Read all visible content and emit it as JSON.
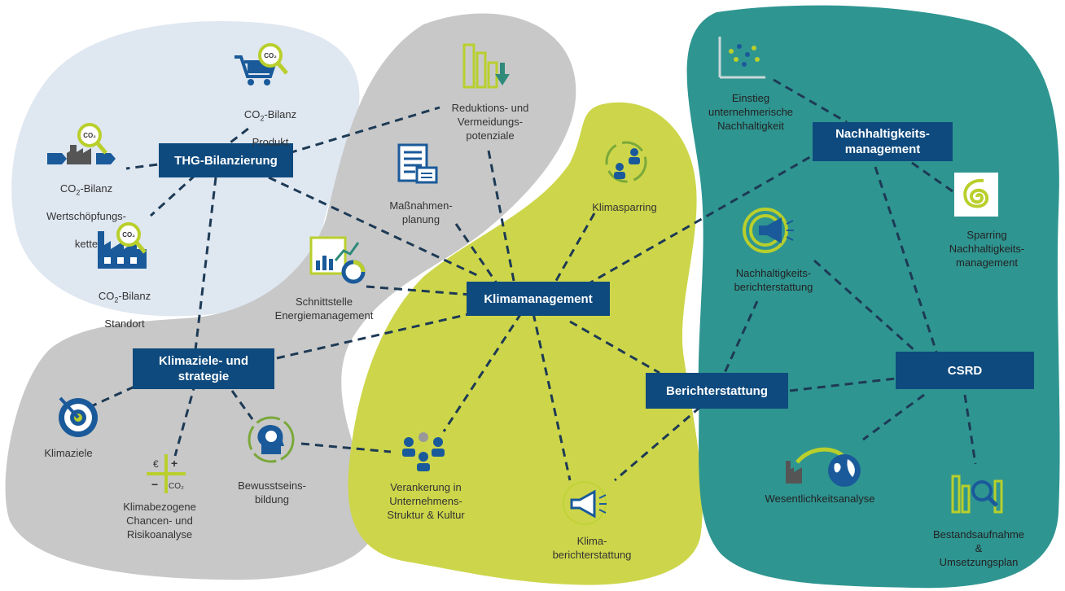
{
  "hubs": {
    "thg": "THG-Bilanzierung",
    "klimamanagement": "Klimamanagement",
    "klimaziele_line1": "Klimaziele- und",
    "klimaziele_line2": "strategie",
    "nachhaltigkeit_line1": "Nachhaltigkeits-",
    "nachhaltigkeit_line2": "management",
    "berichterstattung": "Berichterstattung",
    "csrd": "CSRD"
  },
  "labels": {
    "co2_produkt_pre": "CO",
    "co2_produkt_sub": "2",
    "co2_produkt_post": "-Bilanz",
    "co2_produkt_2": "Produkt",
    "co2_wert_pre": "CO",
    "co2_wert_sub": "2",
    "co2_wert_post": "-Bilanz",
    "co2_wert_2": "Wertschöpfungs-",
    "co2_wert_3": "kette",
    "co2_standort_pre": "CO",
    "co2_standort_sub": "2",
    "co2_standort_post": "-Bilanz",
    "co2_standort_2": "Standort",
    "reduktion": "Reduktions- und\nVermeidungs-\npotenziale",
    "massnahmen": "Maßnahmen-\nplanung",
    "schnittstelle": "Schnittstelle\nEnergiemanagement",
    "klimasparring": "Klimasparring",
    "klimaziele": "Klimaziele",
    "risiko": "Klimabezogene\nChancen- und\nRisikoanalyse",
    "bewusstsein": "Bewusstseins-\nbildung",
    "verankerung": "Verankerung in\nUnternehmens-\nStruktur & Kultur",
    "klimabericht": "Klima-\nberichterstattung",
    "einstieg": "Einstieg\nunternehmerische\nNachhaltigkeit",
    "nh_bericht": "Nachhaltigkeits-\nberichterstattung",
    "sparring_nh": "Sparring\nNachhaltigkeits-\nmanagement",
    "wesentlichkeit": "Wesentlichkeitsanalyse",
    "bestand": "Bestandsaufnahme &\nUmsetzungsplan"
  },
  "icon_text": {
    "co2_badge": "CO₂",
    "euro": "€",
    "plus": "+",
    "minus": "−",
    "co2_small": "CO₂",
    "co2_bubble": "CO₂"
  },
  "colors": {
    "hub": "#0e4a7e",
    "blue_blob": "#dfe7f1",
    "gray_blob": "#c8c8c8",
    "lime_blob": "#cdd64a",
    "teal_blob": "#2f9591",
    "lime_accent": "#b9cf2c",
    "line": "#1d3a55"
  }
}
